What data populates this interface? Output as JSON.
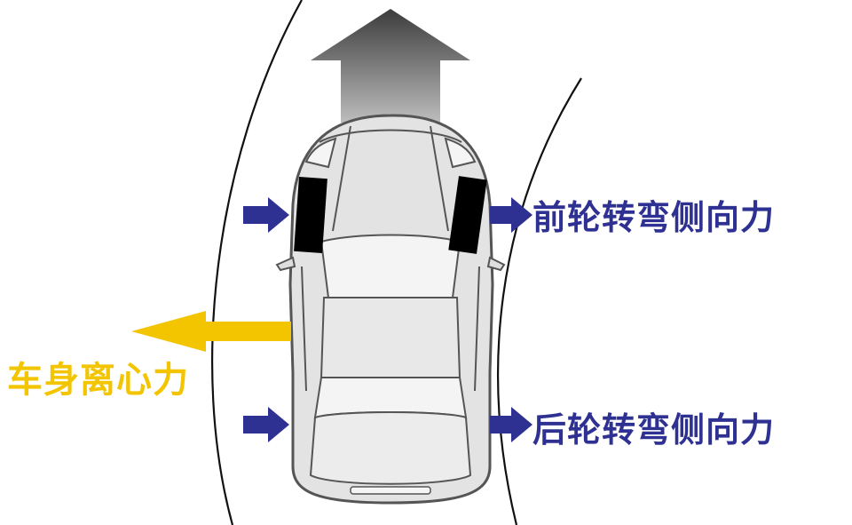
{
  "labels": {
    "front_lateral_force": "前轮转弯侧向力",
    "rear_lateral_force": "后轮转弯侧向力",
    "centrifugal_force": "车身离心力"
  },
  "colors": {
    "force_arrow": "#2e3192",
    "centrifugal_arrow": "#f2c500",
    "label_blue": "#2e3192",
    "label_yellow": "#f2c500",
    "car_body": "#e3e3e3",
    "car_outline": "#555555",
    "tire": "#000000",
    "road_edge": "#111111",
    "heading_arrow_top": "#3c3c3c",
    "heading_arrow_bottom": "#bdbdbd"
  },
  "icons": {
    "heading_arrow": "up-arrow-icon",
    "force_arrow": "right-arrow-icon",
    "centrifugal_arrow": "left-arrow-icon"
  }
}
